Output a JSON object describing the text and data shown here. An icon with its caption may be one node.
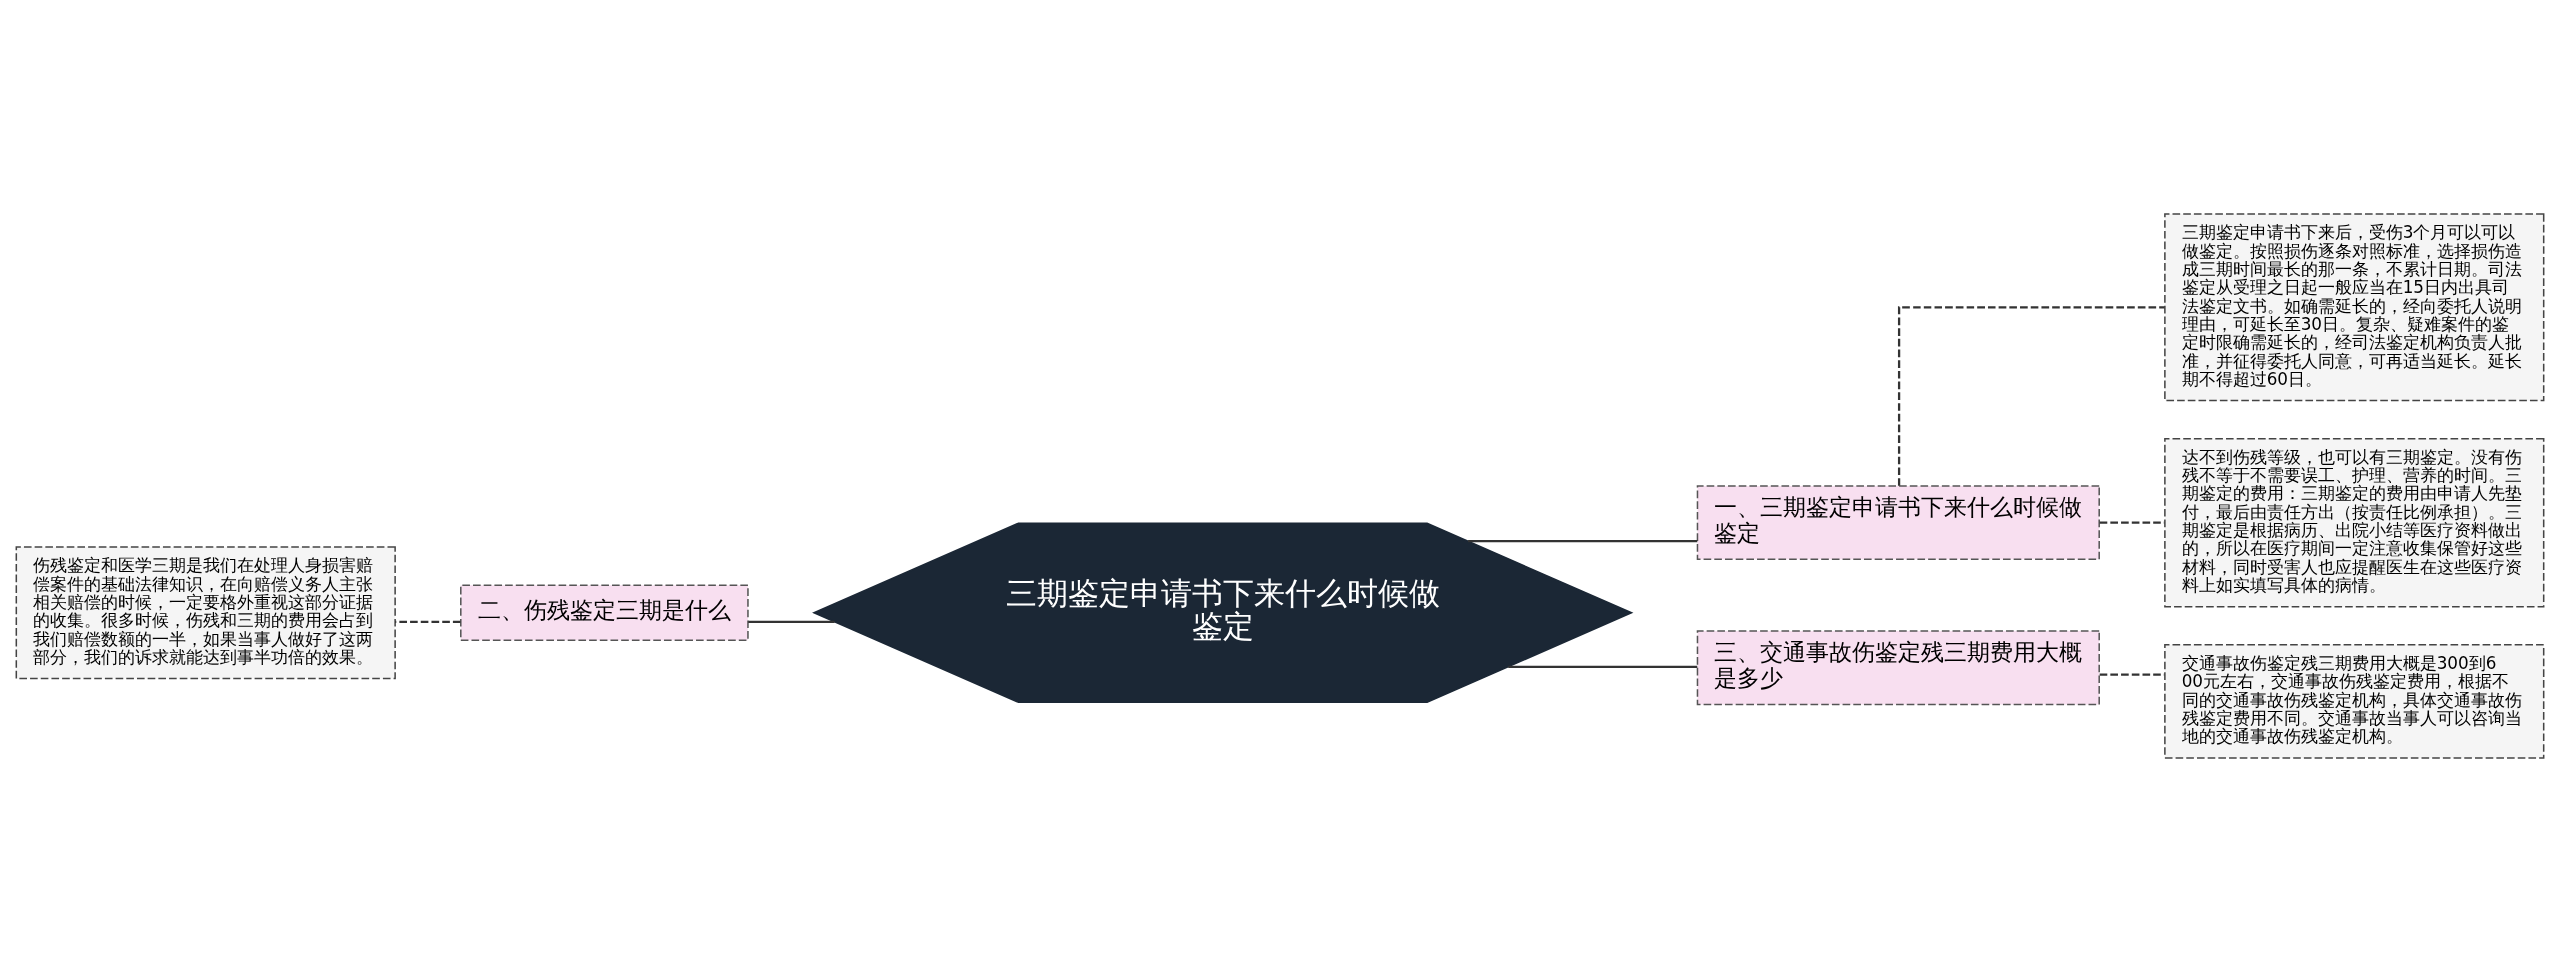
{
  "diagram": {
    "nodes": [
      {
        "text": [
          "三期鉴定申请书下来什么时候做鉴定"
        ]
      },
      {
        "text": [
          "一、三期鉴定申请书下来什么时候做鉴定"
        ]
      },
      {
        "text": [
          "三期鉴定申请书下来后，受伤3个月可以可以做鉴定。按照损伤逐条对照标准，选择损伤造成三期时间最长的那一条，不累计日期。司法鉴定从受理之日起一般应当在15日内出具司法鉴定文书。如确需延长的，经向委托人说明理由，可延长至30日。复杂、疑难案件的鉴定时限确需延长的，经司法鉴定机构负责人批准，并征得委托人同意，可再适当延长。延长期不得超过60日。"
        ]
      },
      {
        "text": [
          "达不到伤残等级，也可以有三期鉴定。没有伤残不等于不需要误工、护理、营养的时间。三期鉴定的费用：三期鉴定的费用由申请人先垫付，最后由责任方出（按责任比例承担）。三期鉴定是根据病历、出院小结等医疗资料做出的，所以在医疗期间一定注意收集保管好这些材料，同时受害人也应提醒医生在这些医疗资料上如实填写具体的病情。"
        ]
      },
      {
        "text": [
          "二、伤残鉴定三期是什么"
        ]
      },
      {
        "text": [
          "伤残鉴定和医学三期是我们在处理人身损害赔偿案件的基础法律知识，在向赔偿义务人主张相关赔偿的时候，一定要格外重视这部分证据的收集。很多时候，伤残和三期的费用会占到我们赔偿数额的一半，如果当事人做好了这两部分，我们的诉求就能达到事半功倍的效果。"
        ]
      },
      {
        "text": [
          "三、交通事故伤鉴定残三期费用大概是多少"
        ]
      },
      {
        "text": [
          "交通事故伤鉴定残三期费用大概是300到600元左右，交通事故伤残鉴定费用，根据不同的交通事故伤残鉴定机构，具体交通事故伤残鉴定费用不同。交通事故当事人可以咨询当地的交通事故伤残鉴定机构。"
        ]
      }
    ],
    "edges": [
      {
        "from": 0,
        "to": 1,
        "arrow": "none"
      },
      {
        "from": 1,
        "to": 2,
        "arrow": "none",
        "style": "dashed"
      },
      {
        "from": 1,
        "to": 3,
        "arrow": "none",
        "style": "dashed"
      },
      {
        "from": 0,
        "to": 4,
        "arrow": "none"
      },
      {
        "from": 4,
        "to": 5,
        "arrow": "none",
        "style": "dashed"
      },
      {
        "from": 0,
        "to": 6,
        "arrow": "none"
      },
      {
        "from": 6,
        "to": 7,
        "arrow": "none",
        "style": "dashed"
      }
    ]
  }
}
